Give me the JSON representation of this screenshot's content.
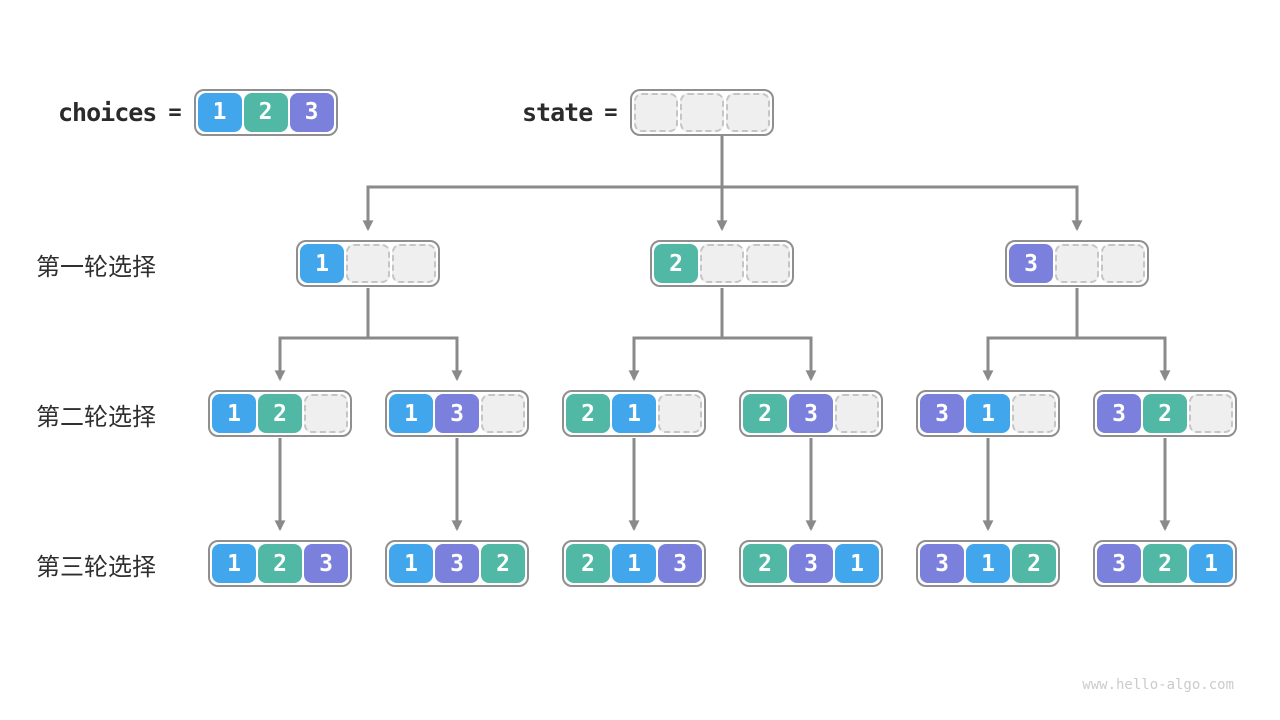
{
  "palette": {
    "1": "#41a6ec",
    "2": "#50b8a4",
    "3": "#7b80dd",
    "empty_bg": "#efefef",
    "empty_border": "#c5c5c5",
    "connector": "#8a8a8a",
    "node_border": "#8f8f8f"
  },
  "header": {
    "choices_label": "choices",
    "state_label": "state",
    "equals": "=",
    "choices_cells": [
      "1",
      "2",
      "3"
    ],
    "state_cells": [
      "",
      "",
      ""
    ]
  },
  "rows": [
    {
      "label": "第一轮选择",
      "nodes": [
        [
          "1",
          "",
          ""
        ],
        [
          "2",
          "",
          ""
        ],
        [
          "3",
          "",
          ""
        ]
      ]
    },
    {
      "label": "第二轮选择",
      "nodes": [
        [
          "1",
          "2",
          ""
        ],
        [
          "1",
          "3",
          ""
        ],
        [
          "2",
          "1",
          ""
        ],
        [
          "2",
          "3",
          ""
        ],
        [
          "3",
          "1",
          ""
        ],
        [
          "3",
          "2",
          ""
        ]
      ]
    },
    {
      "label": "第三轮选择",
      "nodes": [
        [
          "1",
          "2",
          "3"
        ],
        [
          "1",
          "3",
          "2"
        ],
        [
          "2",
          "1",
          "3"
        ],
        [
          "2",
          "3",
          "1"
        ],
        [
          "3",
          "1",
          "2"
        ],
        [
          "3",
          "2",
          "1"
        ]
      ]
    }
  ],
  "watermark": "www.hello-algo.com"
}
